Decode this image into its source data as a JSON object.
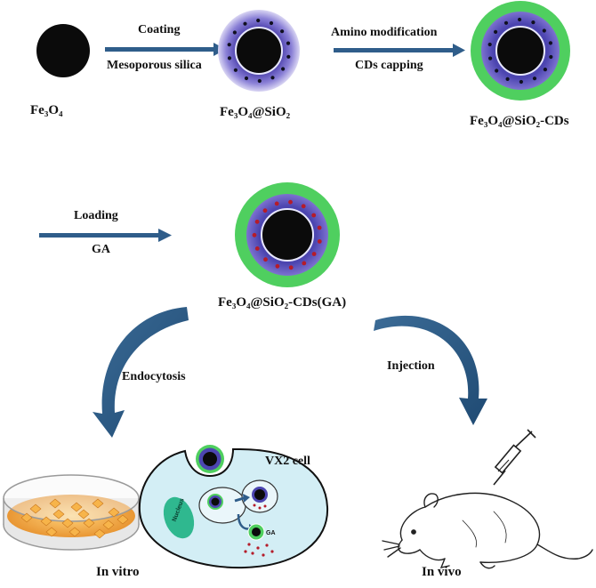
{
  "colors": {
    "core": "#0b0b0b",
    "silica": "#6f63c4",
    "silica_glow": "#c9c4ee",
    "cds_shell": "#4fcf5f",
    "arrow": "#2f5d8a",
    "drug": "#b51c2a",
    "cell_fill": "#d3eef5",
    "dish": "#f2a63a"
  },
  "row1": {
    "fe3o4": {
      "label": "Fe₃O₄"
    },
    "arrow1": {
      "top": "Coating",
      "bottom": "Mesoporous silica"
    },
    "fe3o4_sio2": {
      "label": "Fe₃O₄@SiO₂"
    },
    "arrow2": {
      "top": "Amino modification",
      "bottom": "CDs capping"
    },
    "fe3o4_sio2_cds": {
      "label": "Fe₃O₄@SiO₂-CDs"
    }
  },
  "row2": {
    "arrow3": {
      "top": "Loading",
      "bottom": "GA"
    },
    "loaded": {
      "label": "Fe₃O₄@SiO₂-CDs(GA)"
    }
  },
  "branches": {
    "left": {
      "label": "Endocytosis"
    },
    "right": {
      "label": "Injection"
    }
  },
  "bottom": {
    "cell": {
      "label": "VX2 cell",
      "nucleus": "Nucleus",
      "release": "GA"
    },
    "in_vitro": "In vitro",
    "in_vivo": "In vivo"
  }
}
